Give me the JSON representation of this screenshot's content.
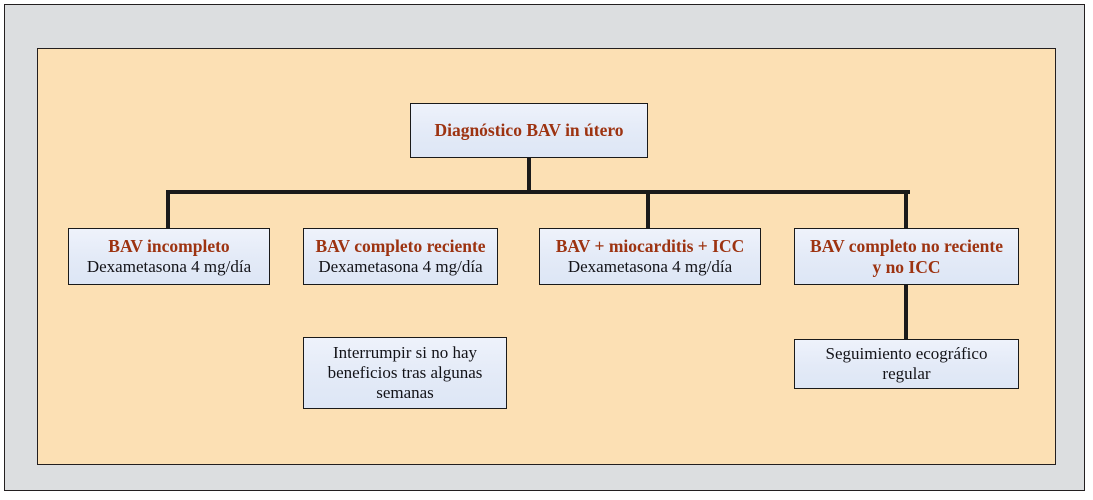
{
  "figure": {
    "type": "flowchart",
    "language": "es",
    "title_node": "Diagnóstico BAV in útero",
    "colors": {
      "page_background": "#ffffff",
      "frame_background": "#dcdee0",
      "panel_background": "#fce0b4",
      "node_fill": "#e6edf8",
      "node_border": "#1a1a1a",
      "title_text": "#9d3311",
      "body_text": "#131318",
      "connector": "#1a1a1a"
    }
  },
  "nodes": {
    "root": {
      "title": "Diagnóstico BAV in útero"
    },
    "incomplete": {
      "title": "BAV incompleto",
      "body": "Dexametasona 4 mg/día"
    },
    "recent": {
      "title": "BAV completo reciente",
      "body": "Dexametasona 4 mg/día"
    },
    "myocarditis": {
      "title": "BAV + miocarditis + ICC",
      "body": "Dexametasona 4 mg/día"
    },
    "nonrecent": {
      "title_line1": "BAV completo no reciente",
      "title_line2": "y no ICC"
    },
    "interrupt": {
      "body_line1": "Interrumpir si no hay",
      "body_line2": "beneficios tras algunas",
      "body_line3": "semanas"
    },
    "followup": {
      "body_line1": "Seguimiento ecográfico",
      "body_line2": "regular"
    }
  },
  "edges": [
    {
      "from": "root",
      "to": "incomplete"
    },
    {
      "from": "root",
      "to": "myocarditis"
    },
    {
      "from": "root",
      "to": "nonrecent"
    },
    {
      "from": "nonrecent",
      "to": "followup"
    }
  ]
}
